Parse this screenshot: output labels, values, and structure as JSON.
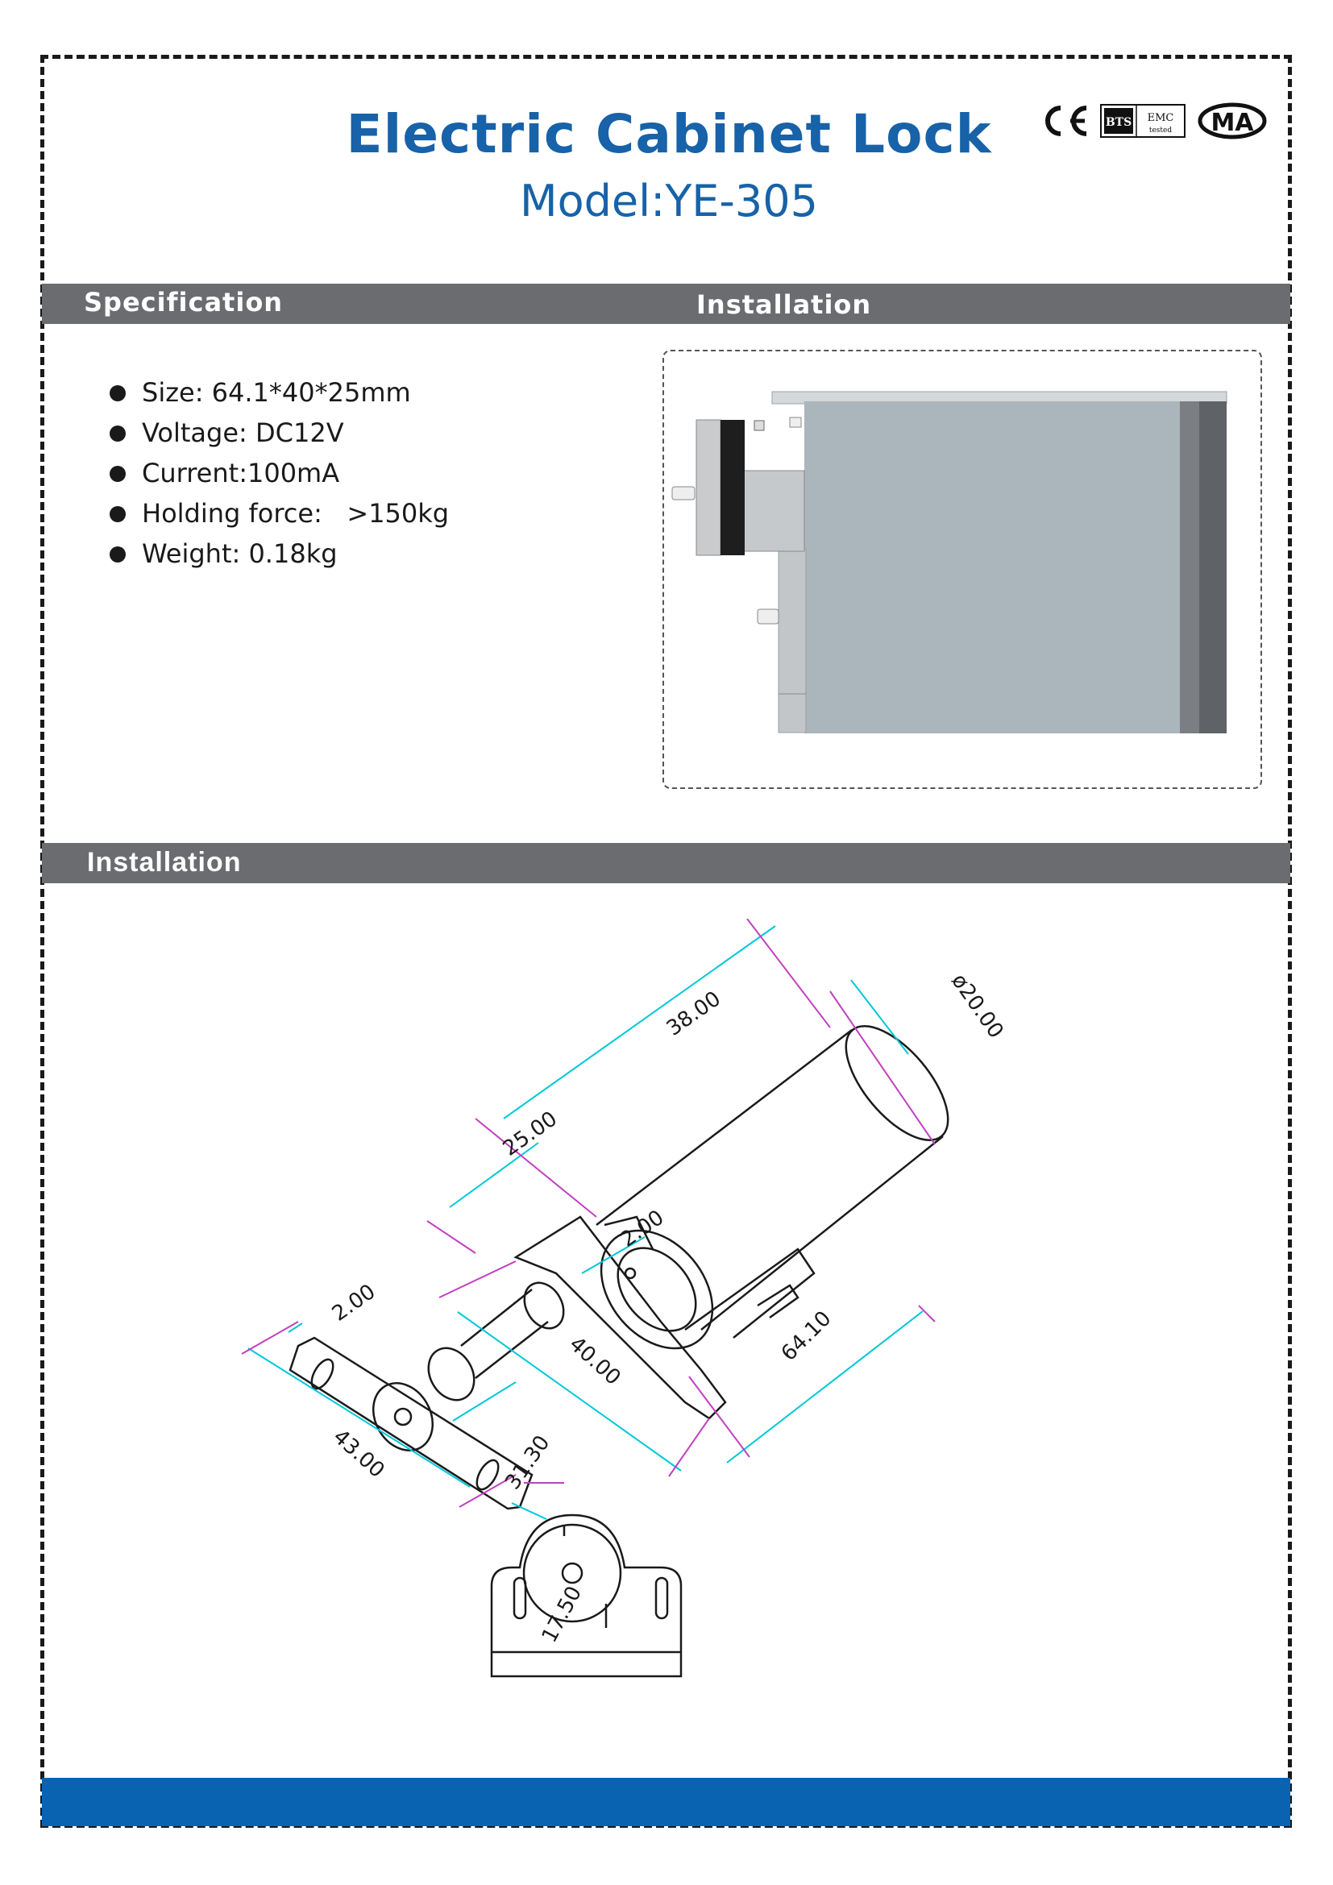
{
  "header": {
    "title": "Electric Cabinet Lock",
    "model": "Model:YE-305",
    "cert_emc_line1": "EMC",
    "cert_emc_line2": "tested",
    "cert_logos": [
      "ce-mark-icon",
      "bts-emc-tested-icon",
      "cma-mark-icon"
    ]
  },
  "sections": {
    "specification_label": "Specification",
    "installation_label_top": "Installation",
    "installation_label_bottom": "Installation"
  },
  "specs": [
    "Size: 64.1*40*25mm",
    "Voltage: DC12V",
    "Current:100mA",
    "Holding force:   >150kg",
    "Weight: 0.18kg"
  ],
  "dimensions": {
    "d1": "38.00",
    "d2": "ø20.00",
    "d3": "25.00",
    "d4": "2.00",
    "d5": "64.10",
    "d6": "40.00",
    "d7": "2.00",
    "d8": "31.30",
    "d9": "43.00",
    "d10": "17.50"
  },
  "colors": {
    "title_blue": "#1762a8",
    "bar_gray": "#6b6c70",
    "footer_blue": "#0a63b0",
    "dim_cyan": "#00c8d8",
    "dim_magenta": "#c040c0"
  }
}
